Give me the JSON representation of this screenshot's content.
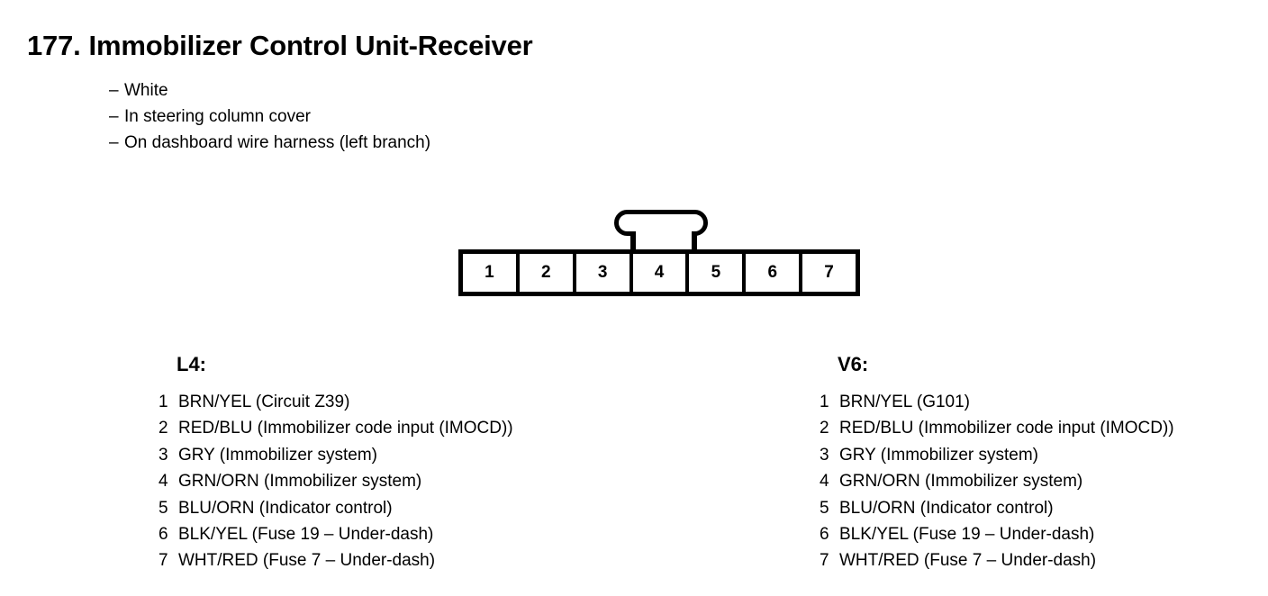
{
  "title": {
    "number": "177.",
    "name": "Immobilizer Control Unit-Receiver"
  },
  "notes": {
    "dash": "–",
    "items": [
      "White",
      "In steering column cover",
      "On dashboard wire harness (left branch)"
    ]
  },
  "connector": {
    "pin_labels": [
      "1",
      "2",
      "3",
      "4",
      "5",
      "6",
      "7"
    ],
    "tab": "locking-tab"
  },
  "columns": [
    {
      "heading": "L4:",
      "pins": [
        {
          "no": "1",
          "desc": "BRN/YEL (Circuit Z39)"
        },
        {
          "no": "2",
          "desc": "RED/BLU (Immobilizer code input (IMOCD))"
        },
        {
          "no": "3",
          "desc": "GRY (Immobilizer system)"
        },
        {
          "no": "4",
          "desc": "GRN/ORN (Immobilizer system)"
        },
        {
          "no": "5",
          "desc": "BLU/ORN (Indicator control)"
        },
        {
          "no": "6",
          "desc": "BLK/YEL (Fuse 19 – Under-dash)"
        },
        {
          "no": "7",
          "desc": "WHT/RED (Fuse 7 – Under-dash)"
        }
      ]
    },
    {
      "heading": "V6:",
      "pins": [
        {
          "no": "1",
          "desc": "BRN/YEL (G101)"
        },
        {
          "no": "2",
          "desc": "RED/BLU (Immobilizer code input (IMOCD))"
        },
        {
          "no": "3",
          "desc": "GRY (Immobilizer system)"
        },
        {
          "no": "4",
          "desc": "GRN/ORN (Immobilizer system)"
        },
        {
          "no": "5",
          "desc": "BLU/ORN (Indicator control)"
        },
        {
          "no": "6",
          "desc": "BLK/YEL (Fuse 19 – Under-dash)"
        },
        {
          "no": "7",
          "desc": "WHT/RED (Fuse 7 – Under-dash)"
        }
      ]
    }
  ],
  "colors": {
    "ink": "#000000",
    "page": "#ffffff"
  }
}
